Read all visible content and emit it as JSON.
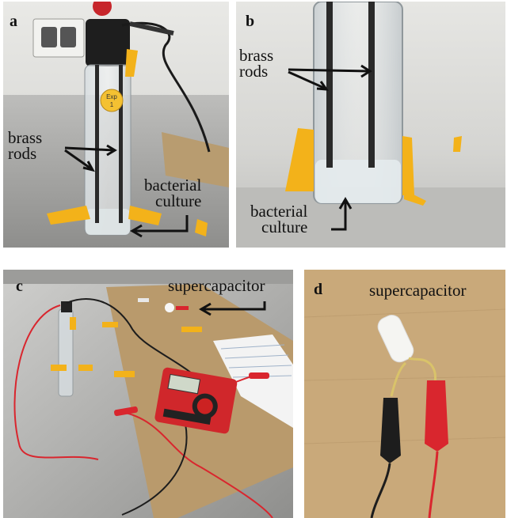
{
  "panels": {
    "a": {
      "label": "a",
      "rods_line1": "brass",
      "rods_line2": "rods",
      "culture_line1": "bacterial",
      "culture_line2": "culture",
      "tag_line1": "Exp",
      "tag_line2": "1"
    },
    "b": {
      "label": "b",
      "rods_line1": "brass",
      "rods_line2": "rods",
      "culture_line1": "bacterial",
      "culture_line2": "culture"
    },
    "c": {
      "label": "c",
      "supercap": "supercapacitor"
    },
    "d": {
      "label": "d",
      "supercap": "supercapacitor"
    }
  },
  "colors": {
    "tape": "#f3b21a",
    "steel": "#b9b9b9",
    "cardboard": "#b99a6c",
    "rod": "#2a2a2a",
    "clip_red": "#d9262e",
    "clip_black": "#1d1d1d"
  }
}
